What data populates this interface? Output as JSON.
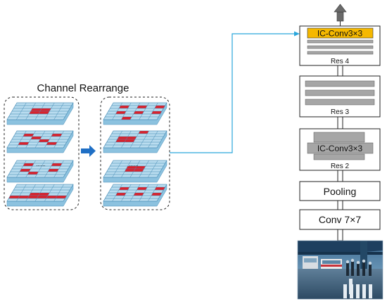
{
  "left_panel": {
    "title": "Channel Rearrange",
    "ellipsis": "......"
  },
  "network": {
    "blocks": [
      {
        "id": "res4",
        "label": "Res 4",
        "highlight_label": "IC-Conv3×3"
      },
      {
        "id": "res3",
        "label": "Res 3"
      },
      {
        "id": "res2",
        "label": "Res 2",
        "highlight_label": "IC-Conv3×3"
      },
      {
        "id": "pooling",
        "label": "Pooling"
      },
      {
        "id": "conv",
        "label": "Conv 7×7"
      }
    ]
  },
  "colors": {
    "tile_top": "#b9dcef",
    "tile_side": "#8cc2df",
    "grid_line": "#4b8fb8",
    "active_cell": "#d9212c",
    "arrow_blue": "#1f6fc5",
    "connector_line": "#2aa6dc",
    "highlight": "#f5b800",
    "bar_gray": "#a6a6a6",
    "output_arrow": "#6a6a6a"
  }
}
